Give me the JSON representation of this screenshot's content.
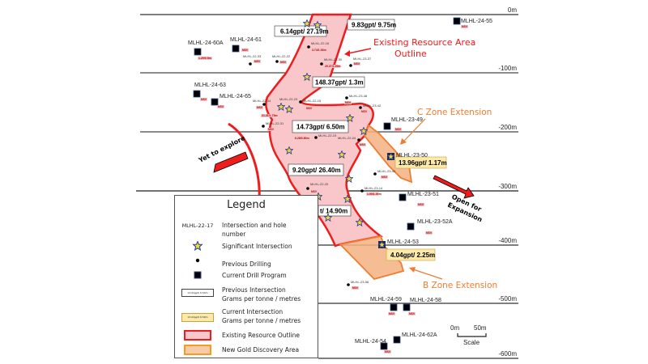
{
  "depth_levels": [
    "0m",
    "-100m",
    "-200m",
    "-300m",
    "-400m",
    "-500m",
    "-600m"
  ],
  "intersections_previous": [
    {
      "label": "6.14gpt/ 27.19m"
    },
    {
      "label": "9.83gpt/ 9.75m"
    },
    {
      "label": "148.37gpt/ 1.3m"
    },
    {
      "label": "14.73gpt/ 6.50m"
    },
    {
      "label": "9.20gpt/ 26.40m"
    },
    {
      "label": "14.90m",
      "prefix": "t/"
    }
  ],
  "intersections_current": [
    {
      "label": "13.96gpt/ 1.17m"
    },
    {
      "label": "4.04gpt/ 2.25m"
    }
  ],
  "current_holes": [
    {
      "id": "MLHL-24-60A",
      "note": "1.29/0.9m"
    },
    {
      "id": "MLHL-24-61",
      "note": "NSV"
    },
    {
      "id": "MLHL-24-55",
      "note": "NSV"
    },
    {
      "id": "MLHL-24-63",
      "note": "NSV"
    },
    {
      "id": "MLHL-24-65",
      "note": "NSV"
    },
    {
      "id": "MLHL-23-49",
      "note": "NSV"
    },
    {
      "id": "MLHL-23-50",
      "note": ""
    },
    {
      "id": "MLHL-23-51",
      "note": "NSV"
    },
    {
      "id": "MLHL-23-52A",
      "note": "NSV"
    },
    {
      "id": "MLHL-24-53",
      "note": ""
    },
    {
      "id": "MLHL-24-59",
      "note": "NSV"
    },
    {
      "id": "MLHL-24-58",
      "note": "NSV"
    },
    {
      "id": "MLHL-24-62A",
      "note": ""
    },
    {
      "id": "MLHL-24-54",
      "note": "NSV"
    }
  ],
  "previous_holes": [
    {
      "id": "MLHL-22-33",
      "note": "NSV"
    },
    {
      "id": "MLHL-22-22",
      "note": "NSV"
    },
    {
      "id": "MLHL-22-16",
      "note": "3.74/1.00m"
    },
    {
      "id": "MLHL-22-30",
      "note": "20.27/1.00m"
    },
    {
      "id": "MLHL-23-37",
      "note": "NSV"
    },
    {
      "id": "MLHL-22-34",
      "note": "NSV"
    },
    {
      "id": "MLHL-22-23",
      "note": "21.01/1.75m"
    },
    {
      "id": "MLHL-22-15",
      "note": "NSV"
    },
    {
      "id": "MLHL-23-48",
      "note": "NSV"
    },
    {
      "id": "MLHL-23-42",
      "note": "NSV"
    },
    {
      "id": "MLHL-22-31",
      "note": "NSV"
    },
    {
      "id": "MLHL-22-19",
      "note": "6.28/0.80m"
    },
    {
      "id": "MLHL-22-04",
      "note": "NSV"
    },
    {
      "id": "MLHL-23-44",
      "note": "NSV"
    },
    {
      "id": "MLHL-22-20",
      "note": "NSV"
    },
    {
      "id": "MLHL-23-14",
      "note": "1.90/1.00m"
    },
    {
      "id": "MLHL-23-56",
      "note": "NSV"
    }
  ],
  "callouts": {
    "existing_resource": [
      "Existing Resource Area",
      "Outline"
    ],
    "c_zone": "C Zone Extension",
    "b_zone": "B Zone Extension",
    "yet_to_explore": "Yet to explore",
    "open_for_expansion": [
      "Open for",
      "Expansion"
    ]
  },
  "scale": {
    "left": "0m",
    "right": "50m",
    "label": "Scale"
  },
  "legend": {
    "title": "Legend",
    "hole_sample": "MLHL-22-17",
    "items": [
      {
        "label": "Intersection and hole number"
      },
      {
        "label": "Significant Intersection"
      },
      {
        "label": "Previous Drilling"
      },
      {
        "label": "Current Drill Program"
      },
      {
        "label": "Previous Intersection",
        "sub": "Grams per tonne / metres",
        "sample": "13.02gpt/ 6.50m"
      },
      {
        "label": "Current Intersection",
        "sub": "Grams per tonne / metres",
        "sample": "13.02gpt/ 6.50m"
      },
      {
        "label": "Existing Resource Outline"
      },
      {
        "label": "New Gold Discovery Area"
      }
    ]
  },
  "colors": {
    "resource_fill": "#f9c6c9",
    "resource_stroke": "#ee1c1c",
    "discovery_fill": "#f4b183",
    "discovery_stroke": "#ed7d31",
    "current_box": "#fde9a9",
    "star": "#f5d442",
    "star_outline": "#2f4a8a"
  }
}
